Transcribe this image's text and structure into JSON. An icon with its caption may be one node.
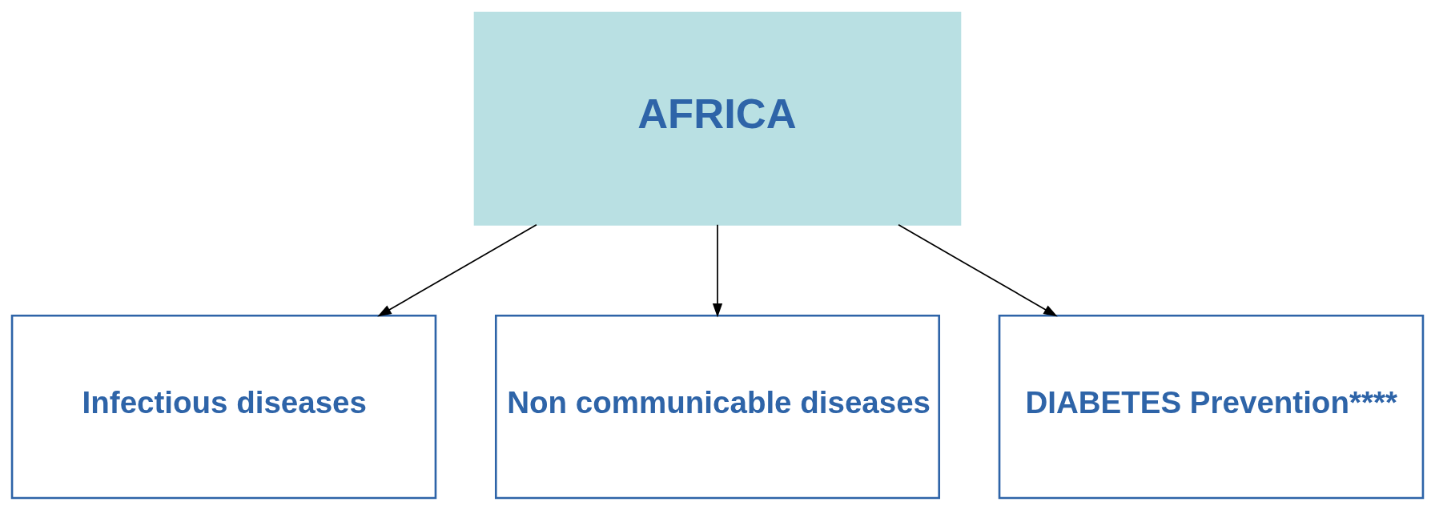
{
  "diagram": {
    "nodes": [
      {
        "text": [
          "AFRICA"
        ]
      },
      {
        "text": [
          "Infectious diseases"
        ]
      },
      {
        "text": [
          "Non communicable diseases"
        ]
      },
      {
        "text": [
          "DIABETES Prevention****"
        ]
      }
    ],
    "edges": [
      {
        "from": 0,
        "to": 1,
        "arrow": "to"
      },
      {
        "from": 0,
        "to": 2,
        "arrow": "to"
      },
      {
        "from": 0,
        "to": 3,
        "arrow": "to"
      }
    ]
  }
}
